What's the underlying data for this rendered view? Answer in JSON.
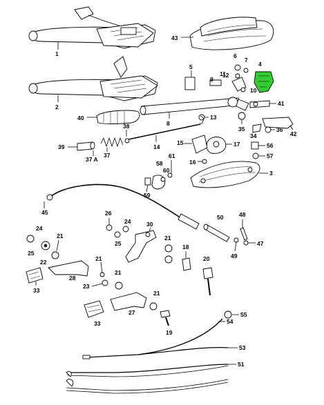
{
  "highlight_color": "#33cc33",
  "callouts": {
    "c1": "1",
    "c2": "2",
    "c3": "3",
    "c4": "4",
    "c5": "5",
    "c6": "6",
    "c7": "7",
    "c8": "8",
    "c9": "9",
    "c10": "10",
    "c11": "11",
    "c12": "12",
    "c13": "13",
    "c14": "14",
    "c15": "15",
    "c16": "16",
    "c17": "17",
    "c18": "18",
    "c19": "19",
    "c20": "20",
    "c21a": "21",
    "c21b": "21",
    "c21c": "21",
    "c21d": "21",
    "c21e": "21",
    "c22": "22",
    "c23": "23",
    "c24a": "24",
    "c24b": "24",
    "c25a": "25",
    "c25b": "25",
    "c26": "26",
    "c27": "27",
    "c28": "28",
    "c30": "30",
    "c33a": "33",
    "c33b": "33",
    "c34": "34",
    "c35": "35",
    "c36": "36",
    "c37": "37",
    "c37a": "37 A",
    "c38": "38",
    "c39": "39",
    "c40": "40",
    "c41": "41",
    "c42": "42",
    "c43": "43",
    "c45": "45",
    "c47": "47",
    "c48": "48",
    "c49": "49",
    "c50": "50",
    "c51": "51",
    "c53": "53",
    "c54": "54",
    "c55": "55",
    "c56": "56",
    "c57": "57",
    "c58": "58",
    "c59": "59",
    "c60": "60",
    "c61": "61"
  }
}
